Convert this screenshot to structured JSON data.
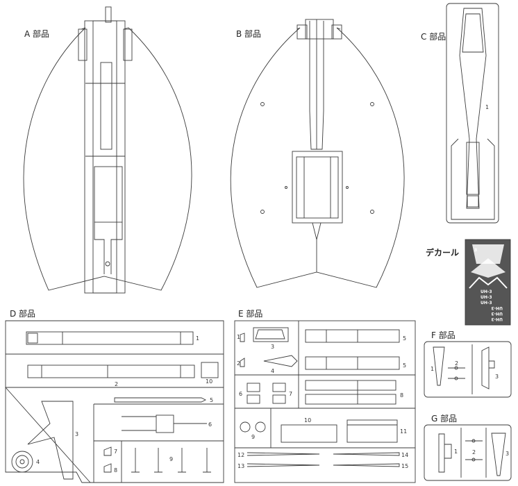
{
  "sections": {
    "a": "A 部品",
    "b": "B 部品",
    "c": "C 部品",
    "d": "D 部品",
    "e": "E 部品",
    "f": "F 部品",
    "g": "G 部品"
  },
  "decal": {
    "label": "デカール",
    "codes": [
      "UH-3",
      "UH-3",
      "UH-3",
      "UH-3",
      "UH-3",
      "UH-3"
    ],
    "number": "3"
  },
  "part_numbers": {
    "c": [
      "1"
    ],
    "d": [
      "1",
      "2",
      "3",
      "4",
      "5",
      "6",
      "7",
      "8",
      "9",
      "10"
    ],
    "e": [
      "1",
      "2",
      "3",
      "4",
      "5",
      "5",
      "6",
      "7",
      "8",
      "9",
      "10",
      "11",
      "12",
      "13",
      "14",
      "15"
    ],
    "f": [
      "1",
      "2",
      "3"
    ],
    "g": [
      "1",
      "2",
      "3"
    ]
  },
  "colors": {
    "line": "#3a3a3a",
    "decal_fill": "#555555"
  }
}
